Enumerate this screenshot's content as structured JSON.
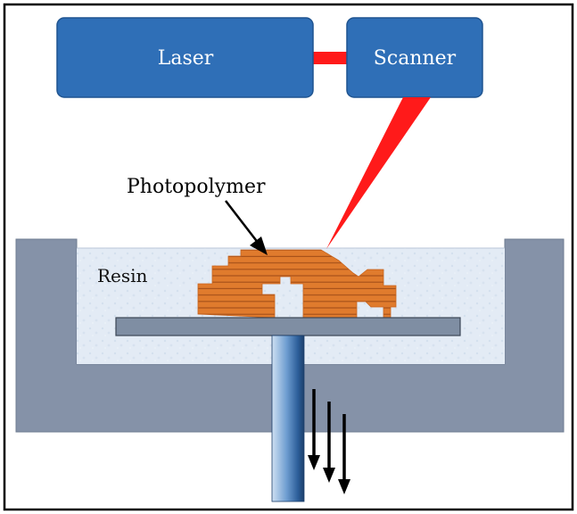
{
  "labels": {
    "laser": "Laser",
    "scanner": "Scanner",
    "photopolymer": "Photopolymer",
    "resin": "Resin"
  },
  "colors": {
    "box_fill": "#2f6fb7",
    "box_stroke": "#1f5490",
    "beam": "#ff1a1a",
    "vat": "#8592a8",
    "resin": "#e4ecf5",
    "photopolymer": "#e07b2d",
    "layer_line": "#9a4a12",
    "platform": "#7f8ea3",
    "arrow": "#000000"
  }
}
